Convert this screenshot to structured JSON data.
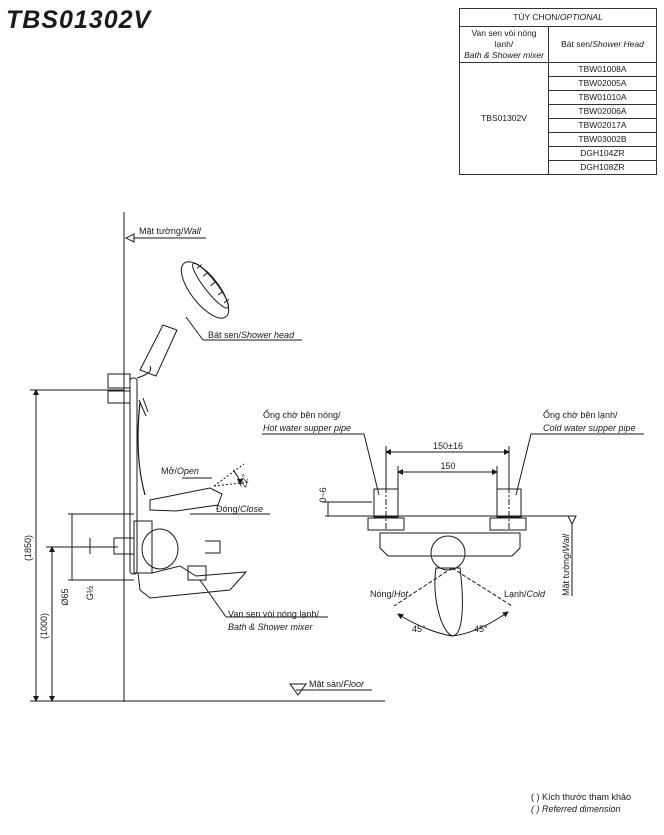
{
  "model": "TBS01302V",
  "options_table": {
    "header_vi": "TÙY CHỌN/",
    "header_en": "OPTIONAL",
    "col1_vi": "Van sen vòi nóng lạnh/",
    "col1_en": "Bath & Shower mixer",
    "col2_vi": "Bát sen/",
    "col2_en": "Shower Head",
    "mixer": "TBS01302V",
    "shower_heads": [
      "TBW01008A",
      "TBW02005A",
      "TBW01010A",
      "TBW02006A",
      "TBW02017A",
      "TBW03002B",
      "DGH104ZR",
      "DGH108ZR"
    ]
  },
  "labels": {
    "wall_vi": "Mặt tường/",
    "wall_en": "Wall",
    "shower_head_vi": "Bát sen/",
    "shower_head_en": "Shower head",
    "open_vi": "Mở/",
    "open_en": "Open",
    "close_vi": "Đóng/",
    "close_en": "Close",
    "mixer_vi": "Van sen vòi nóng lạnh/",
    "mixer_en": "Bath & Shower mixer",
    "floor_vi": "Mặt sàn/",
    "floor_en": "Floor",
    "hot_pipe_vi": "Ống chờ bên nóng/",
    "hot_pipe_en": "Hot water supper pipe",
    "cold_pipe_vi": "Ống chờ bên lạnh/",
    "cold_pipe_en": "Cold water supper pipe",
    "hot_vi": "Nóng/",
    "hot_en": "Hot",
    "cold_vi": "Lạnh/",
    "cold_en": "Cold",
    "wall_side_vi": "Mặt tường/",
    "wall_side_en": "Wall"
  },
  "dimensions": {
    "total_height": "(1850)",
    "mixer_height": "(1000)",
    "diameter": "Ø65",
    "thread": "G½",
    "angle_handle": "22°",
    "spacing_tol": "150±16",
    "spacing": "150",
    "offset": "0~6",
    "angle_left": "45°",
    "angle_right": "45°"
  },
  "legend": {
    "vi": "(      ) Kích thước tham khảo",
    "en": "(      ) Referred dimension"
  }
}
